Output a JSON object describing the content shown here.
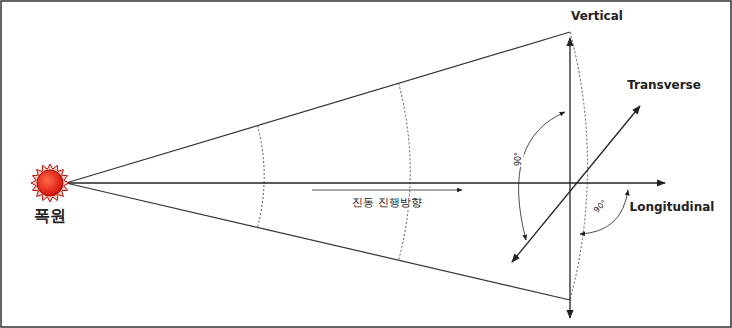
{
  "diagram": {
    "labels": [
      "Vertical",
      "Transverse",
      "진동 진행방향",
      "Longitudinal",
      "90°",
      "90°",
      "폭원"
    ]
  }
}
